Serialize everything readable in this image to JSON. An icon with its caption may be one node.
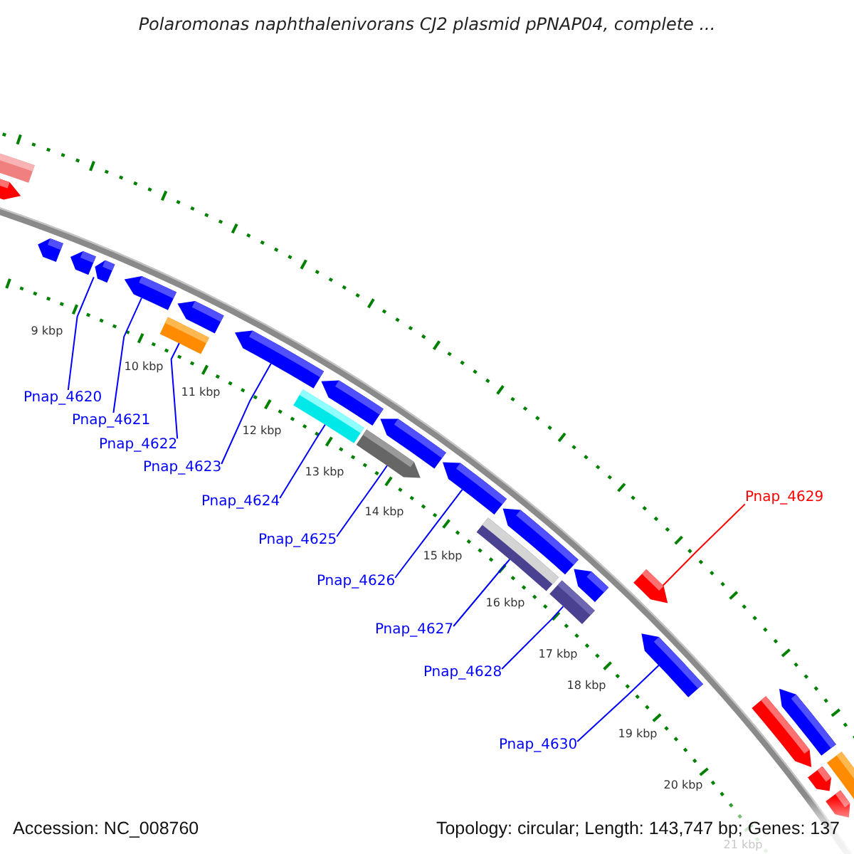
{
  "diagram": {
    "title": "Polaromonas naphthalenivorans CJ2 plasmid pPNAP04, complete ...",
    "nodes": [
      {
        "text": [
          "Pnap_4620"
        ]
      },
      {
        "text": [
          "Pnap_4621"
        ]
      },
      {
        "text": [
          "Pnap_4622"
        ]
      },
      {
        "text": [
          "Pnap_4623"
        ]
      },
      {
        "text": [
          "Pnap_4629"
        ]
      },
      {
        "text": [
          "Pnap_4624"
        ]
      },
      {
        "text": [
          "Pnap_4625"
        ]
      },
      {
        "text": [
          "Pnap_4626"
        ]
      },
      {
        "text": [
          "Pnap_4627"
        ]
      },
      {
        "text": [
          "Pnap_4628"
        ]
      },
      {
        "text": [
          "Pnap_4630"
        ]
      },
      {
        "text": [],
        "shape": "bar"
      },
      {
        "text": [],
        "shape": "pentagon"
      },
      {
        "text": [],
        "shape": "pentagon"
      },
      {
        "text": [],
        "shape": "pentagon"
      },
      {
        "text": [],
        "shape": "pentagon"
      },
      {
        "text": [],
        "shape": "pentagon"
      },
      {
        "text": [],
        "shape": "bar"
      },
      {
        "text": [],
        "shape": "pentagon"
      },
      {
        "text": [],
        "shape": "pentagon"
      },
      {
        "text": [],
        "shape": "bar"
      },
      {
        "text": [],
        "shape": "pentagon"
      },
      {
        "text": [],
        "shape": "pentagon"
      },
      {
        "text": [],
        "shape": "pentagon"
      },
      {
        "text": [],
        "shape": "pentagon"
      },
      {
        "text": [],
        "shape": "bar"
      },
      {
        "text": [],
        "shape": "pentagon"
      },
      {
        "text": [],
        "shape": "bar"
      },
      {
        "text": [],
        "shape": "pentagon"
      },
      {
        "text": [],
        "shape": "pentagon"
      },
      {
        "text": [],
        "shape": "pentagon"
      },
      {
        "text": [],
        "shape": "pentagon"
      },
      {
        "text": [],
        "shape": "pentagon"
      },
      {
        "text": [],
        "shape": "pentagon"
      },
      {
        "text": [],
        "shape": "pentagon"
      },
      {
        "text": [],
        "shape": "bar"
      }
    ],
    "edges": [
      {
        "from": 0,
        "to": 15,
        "arrow": "none"
      },
      {
        "from": 1,
        "to": 16,
        "arrow": "none"
      },
      {
        "from": 2,
        "to": 17,
        "arrow": "none"
      },
      {
        "from": 3,
        "to": 19,
        "arrow": "none"
      },
      {
        "from": 4,
        "to": 29,
        "arrow": "none",
        "color": "#ff0000"
      },
      {
        "from": 5,
        "to": 20,
        "arrow": "none"
      },
      {
        "from": 6,
        "to": 22,
        "arrow": "none"
      },
      {
        "from": 7,
        "to": 24,
        "arrow": "none"
      },
      {
        "from": 8,
        "to": 25,
        "arrow": "none"
      },
      {
        "from": 9,
        "to": 27,
        "arrow": "none"
      },
      {
        "from": 10,
        "to": 30,
        "arrow": "none"
      }
    ],
    "labels": [
      "9 kbp",
      "10 kbp",
      "11 kbp",
      "12 kbp",
      "13 kbp",
      "14 kbp",
      "15 kbp",
      "16 kbp",
      "17 kbp",
      "18 kbp",
      "19 kbp",
      "20 kbp",
      "21 kbp",
      "Accession: NC_008760",
      "Topology: circular; Length: 143,747 bp; Genes: 137"
    ]
  }
}
